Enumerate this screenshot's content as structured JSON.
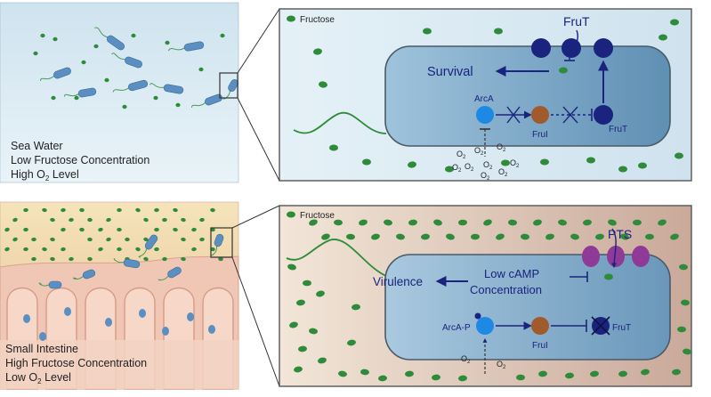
{
  "top_panel": {
    "left_caption": {
      "line1": "Sea Water",
      "line2": "Low Fructose Concentration",
      "line3_prefix": "High O",
      "line3_sub": "2",
      "line3_suffix": " Level"
    },
    "fructose_label": "Fructose",
    "transporter_label_top": "FruT",
    "transporter_label_inner": "FruT",
    "survival_label": "Survival",
    "arca_label": "ArcA",
    "frui_label": "FruI",
    "oxygen_main": "O",
    "oxygen_sub": "2"
  },
  "bottom_panel": {
    "left_caption": {
      "line1": "Small Intestine",
      "line2": "High Fructose Concentration",
      "line3_prefix": "Low O",
      "line3_sub": "2",
      "line3_suffix": " Level"
    },
    "fructose_label": "Fructose",
    "pts_label": "PTS",
    "virulence_label": "Virulence",
    "camp_line1": "Low cAMP",
    "camp_line2": "Concentration",
    "arcap_label": "ArcA-P",
    "frui_label": "FruI",
    "frut_label": "FruT",
    "oxygen_main": "O",
    "oxygen_sub": "2"
  },
  "colors": {
    "sea_water": "#deedf5",
    "intestine_top": "#f4e2b8",
    "intestine_bottom": "#ecb09e",
    "cell_fill": "#6f9fc2",
    "fructose": "#2e8b3a",
    "frut": "#1a237e",
    "arca": "#1e88e5",
    "frui": "#a05a2c",
    "pts": "#8e3a96",
    "arrow": "#1a237e"
  }
}
